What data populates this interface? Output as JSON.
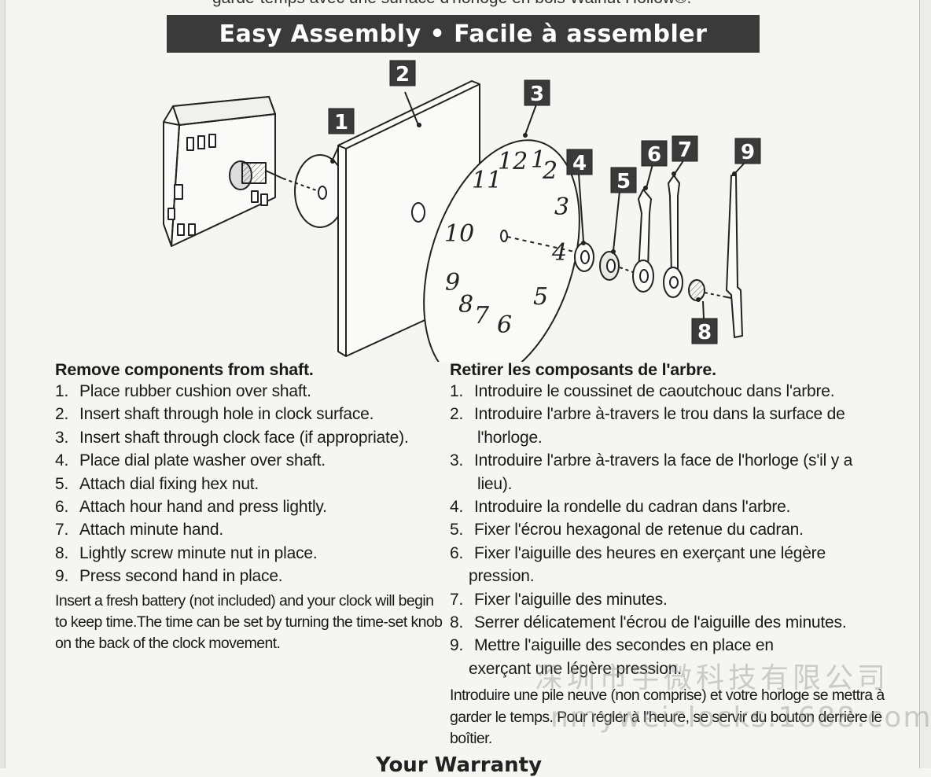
{
  "top_cut_text": "garde-temps avec une surface d'horloge en bois Walnut Hollow®.",
  "banner_title": "Easy Assembly • Facile à assembler",
  "diagram": {
    "part_numbers": [
      "1",
      "2",
      "3",
      "4",
      "5",
      "6",
      "7",
      "8",
      "9"
    ],
    "dial_numerals": [
      "12",
      "1",
      "2",
      "3",
      "4",
      "5",
      "6",
      "7",
      "8",
      "9",
      "10",
      "11"
    ]
  },
  "english": {
    "heading": "Remove components from shaft.",
    "steps": [
      {
        "num": "1.",
        "text": "Place rubber cushion over shaft."
      },
      {
        "num": "2.",
        "text": "Insert shaft through hole in clock surface."
      },
      {
        "num": "3.",
        "text": "Insert shaft through clock face (if appropriate)."
      },
      {
        "num": "4.",
        "text": "Place dial plate washer over shaft."
      },
      {
        "num": "5.",
        "text": "Attach dial fixing hex nut."
      },
      {
        "num": "6.",
        "text": "Attach hour hand and press lightly."
      },
      {
        "num": "7.",
        "text": "Attach minute hand."
      },
      {
        "num": "8.",
        "text": "Lightly screw minute nut in place."
      },
      {
        "num": "9.",
        "text": "Press second hand in place."
      }
    ],
    "note": "Insert a fresh battery (not included) and your clock will begin to keep time.The time can be set by turning the time-set knob on the back of the clock movement."
  },
  "french": {
    "heading": "Retirer les composants de l'arbre.",
    "steps": [
      {
        "num": "1.",
        "text": "Introduire le coussinet de caoutchouc dans l'arbre.",
        "cont": ""
      },
      {
        "num": "2.",
        "text": "Introduire l'arbre à-travers le trou dans  la surface de",
        "cont": "l'horloge."
      },
      {
        "num": "3.",
        "text": "Introduire l'arbre à-travers la face de l'horloge (s'il y a",
        "cont": "lieu)."
      },
      {
        "num": "4.",
        "text": "Introduire la rondelle du cadran dans l'arbre.",
        "cont": ""
      },
      {
        "num": "5.",
        "text": "Fixer l'écrou hexagonal de retenue du cadran.",
        "cont": ""
      },
      {
        "num": "6.",
        "text": "Fixer l'aiguille des heures en exerçant une légère",
        "cont": "pression."
      },
      {
        "num": "7.",
        "text": "Fixer l'aiguille des minutes.",
        "cont": ""
      },
      {
        "num": "8.",
        "text": "Serrer délicatement l'écrou de l'aiguille des minutes.",
        "cont": ""
      },
      {
        "num": "9.",
        "text": "Mettre l'aiguille des secondes en place en",
        "cont": "exerçant une légère pression."
      }
    ],
    "note": "Introduire une pile neuve (non comprise) et votre horloge se mettra à garder le temps. Pour régler à l'heure, se servir du bouton derrière le boîtier."
  },
  "watermark": {
    "line1": "深圳市宇微科技有限公司",
    "line2": "nmyweiclocks.1688.com"
  },
  "bottom_cut_text": "Your Warranty"
}
